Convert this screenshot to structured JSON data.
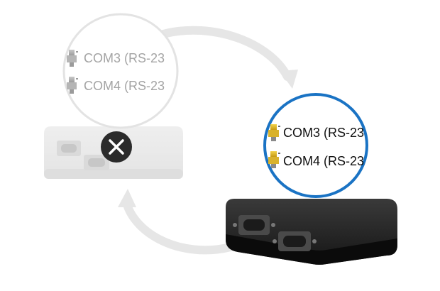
{
  "scene": {
    "disconnected": {
      "state": "removed",
      "ports": [
        {
          "label": "COM3 (RS-23",
          "icon": "serial-port-icon",
          "color": "#9aa0a6"
        },
        {
          "label": "COM4 (RS-23",
          "icon": "serial-port-icon",
          "color": "#9aa0a6"
        }
      ],
      "badge_icon": "close-icon"
    },
    "connected": {
      "state": "active",
      "ports": [
        {
          "label": "COM3 (RS-23",
          "icon": "serial-port-icon",
          "color": "#111111"
        },
        {
          "label": "COM4 (RS-23",
          "icon": "serial-port-icon",
          "color": "#111111"
        }
      ],
      "lens_border_color": "#1a73c4"
    },
    "arrow_color": "#e6e6e6"
  }
}
